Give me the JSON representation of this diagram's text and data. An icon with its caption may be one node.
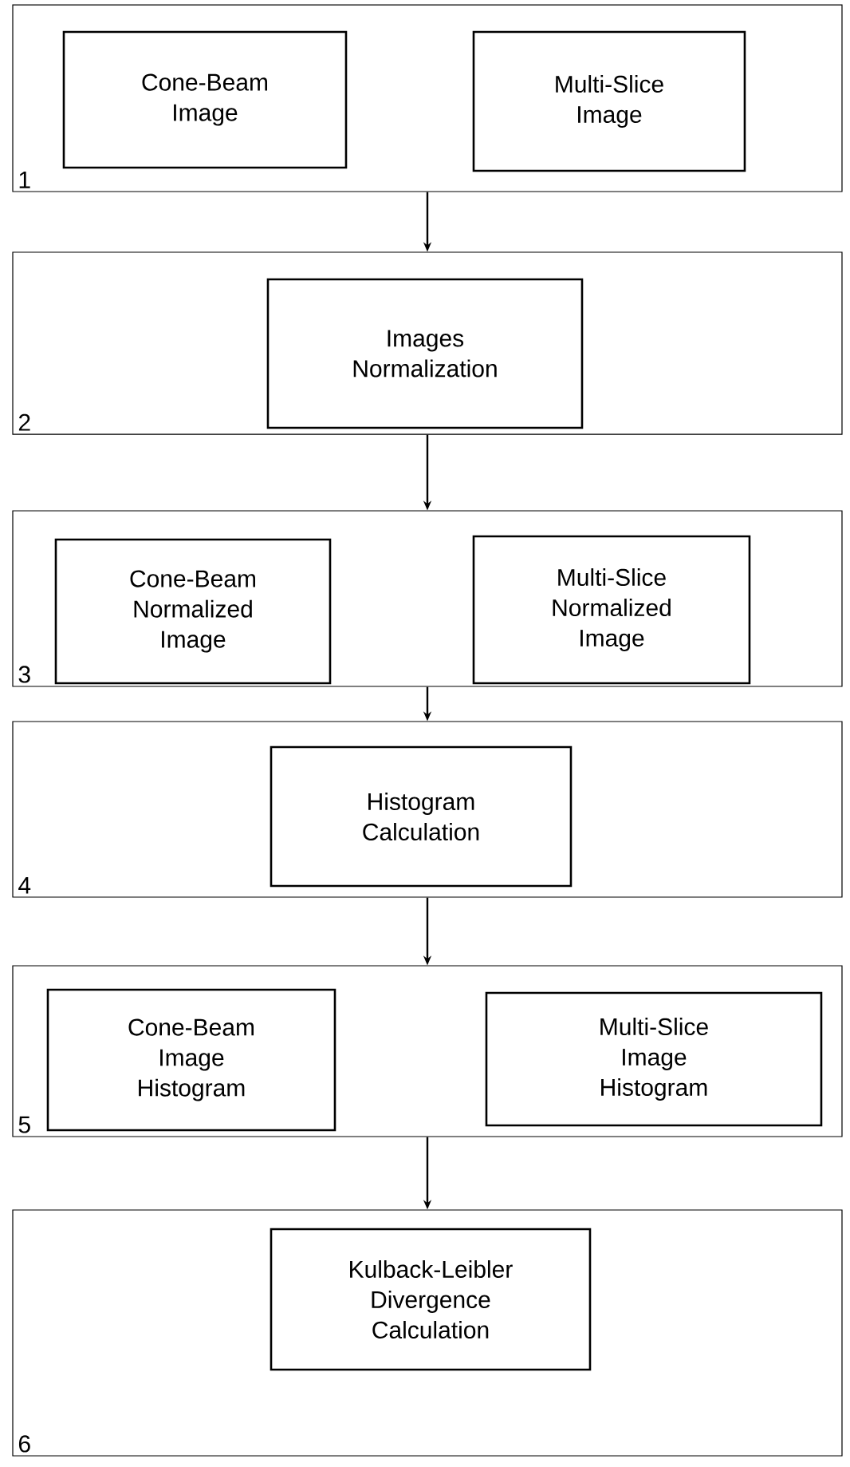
{
  "diagram": {
    "nodes": [
      {
        "text": [
          "1"
        ]
      },
      {
        "text": [
          "Cone-Beam Image"
        ],
        "in": 0
      },
      {
        "text": [
          "Multi-Slice Image"
        ],
        "in": 0
      },
      {
        "text": [
          "2"
        ]
      },
      {
        "text": [
          "Images Normalization"
        ],
        "in": 3
      },
      {
        "text": [
          "3"
        ]
      },
      {
        "text": [
          "Cone-Beam Normalized Image"
        ],
        "in": 5
      },
      {
        "text": [
          "Multi-Slice Normalized Image"
        ],
        "in": 5
      },
      {
        "text": [
          "4"
        ]
      },
      {
        "text": [
          "Histogram Calculation"
        ],
        "in": 8
      },
      {
        "text": [
          "5"
        ]
      },
      {
        "text": [
          "Cone-Beam Image Histogram"
        ],
        "in": 10
      },
      {
        "text": [
          "Multi-Slice Image Histogram"
        ],
        "in": 10
      },
      {
        "text": [
          "6"
        ]
      },
      {
        "text": [
          "Kulback-Leibler Divergence Calculation"
        ],
        "in": 13
      }
    ],
    "edges": [
      {
        "from": 0,
        "to": 3,
        "arrow": "to"
      },
      {
        "from": 3,
        "to": 5,
        "arrow": "to"
      },
      {
        "from": 5,
        "to": 8,
        "arrow": "to"
      },
      {
        "from": 8,
        "to": 10,
        "arrow": "to"
      },
      {
        "from": 10,
        "to": 13,
        "arrow": "to"
      }
    ]
  }
}
